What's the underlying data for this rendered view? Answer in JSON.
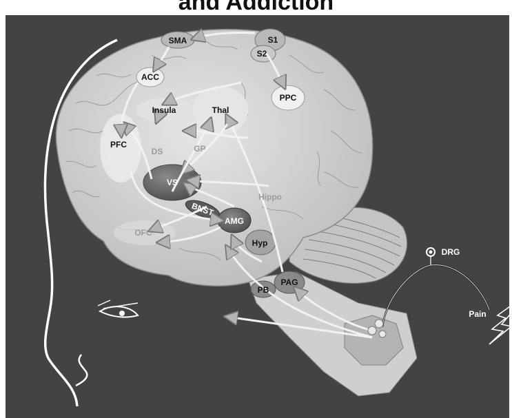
{
  "title": "and Addiction",
  "labels": {
    "sma": "SMA",
    "s1": "S1",
    "s2": "S2",
    "acc": "ACC",
    "ppc": "PPC",
    "insula": "Insula",
    "thal": "Thal",
    "pfc": "PFC",
    "ds": "DS",
    "gp": "GP",
    "vs": "VS",
    "hippo": "Hippo",
    "bnst": "BNST",
    "amg": "AMG",
    "ofc": "OFC",
    "hyp": "Hyp",
    "pb": "PB",
    "pag": "PAG",
    "drg": "DRG",
    "pain": "Pain"
  },
  "colors": {
    "background": "#434343",
    "brain": "#d2d2d2",
    "region_dark": "#6e6e6e",
    "region_light": "#ebebeb"
  }
}
